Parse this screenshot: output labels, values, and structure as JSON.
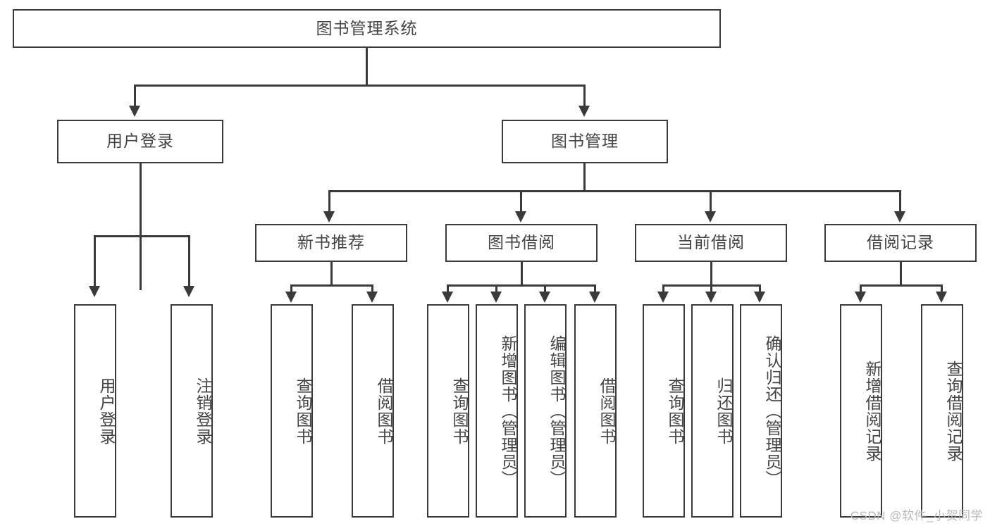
{
  "diagram": {
    "type": "tree-hierarchy",
    "title": "图书管理系统",
    "root": {
      "label": "图书管理系统"
    },
    "level2": [
      {
        "label": "用户登录"
      },
      {
        "label": "图书管理"
      }
    ],
    "level3": [
      {
        "label": "新书推荐"
      },
      {
        "label": "图书借阅"
      },
      {
        "label": "当前借阅"
      },
      {
        "label": "借阅记录"
      }
    ],
    "leaves": {
      "user_login": [
        {
          "label": "用户登录"
        },
        {
          "label": "注销登录"
        }
      ],
      "new_book_recommend": [
        {
          "label": "查询图书"
        },
        {
          "label": "借阅图书"
        }
      ],
      "book_borrow": [
        {
          "label": "查询图书"
        },
        {
          "label": "新增图书（管理员）"
        },
        {
          "label": "编辑图书（管理员）"
        },
        {
          "label": "借阅图书"
        }
      ],
      "current_borrow": [
        {
          "label": "查询图书"
        },
        {
          "label": "归还图书"
        },
        {
          "label": "确认归还（管理员）"
        }
      ],
      "borrow_record": [
        {
          "label": "新增借阅记录"
        },
        {
          "label": "查询借阅记录"
        }
      ]
    }
  },
  "watermark": {
    "text": "CSDN @软件_小贺同学"
  },
  "colors": {
    "stroke": "#3a3a3a",
    "text": "#444444",
    "background": "#ffffff",
    "watermark": "#b9b9b9"
  }
}
